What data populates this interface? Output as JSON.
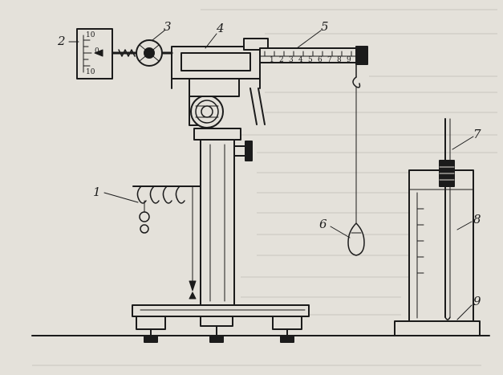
{
  "figure": {
    "callouts": [
      {
        "id": "1",
        "label": "1"
      },
      {
        "id": "2",
        "label": "2"
      },
      {
        "id": "3",
        "label": "3"
      },
      {
        "id": "4",
        "label": "4"
      },
      {
        "id": "5",
        "label": "5"
      },
      {
        "id": "6",
        "label": "6"
      },
      {
        "id": "7",
        "label": "7"
      },
      {
        "id": "8",
        "label": "8"
      },
      {
        "id": "9",
        "label": "9"
      }
    ],
    "dial_scale": {
      "labels": [
        "10",
        "0",
        "10"
      ]
    },
    "beam_scale": {
      "labels": [
        "1",
        "2",
        "3",
        "4",
        "5",
        "6",
        "7",
        "8",
        "9"
      ]
    }
  },
  "colors": {
    "paper": "#e4e1da",
    "ink": "#1b1b1b",
    "bleed_text": "#b9b5ad"
  }
}
